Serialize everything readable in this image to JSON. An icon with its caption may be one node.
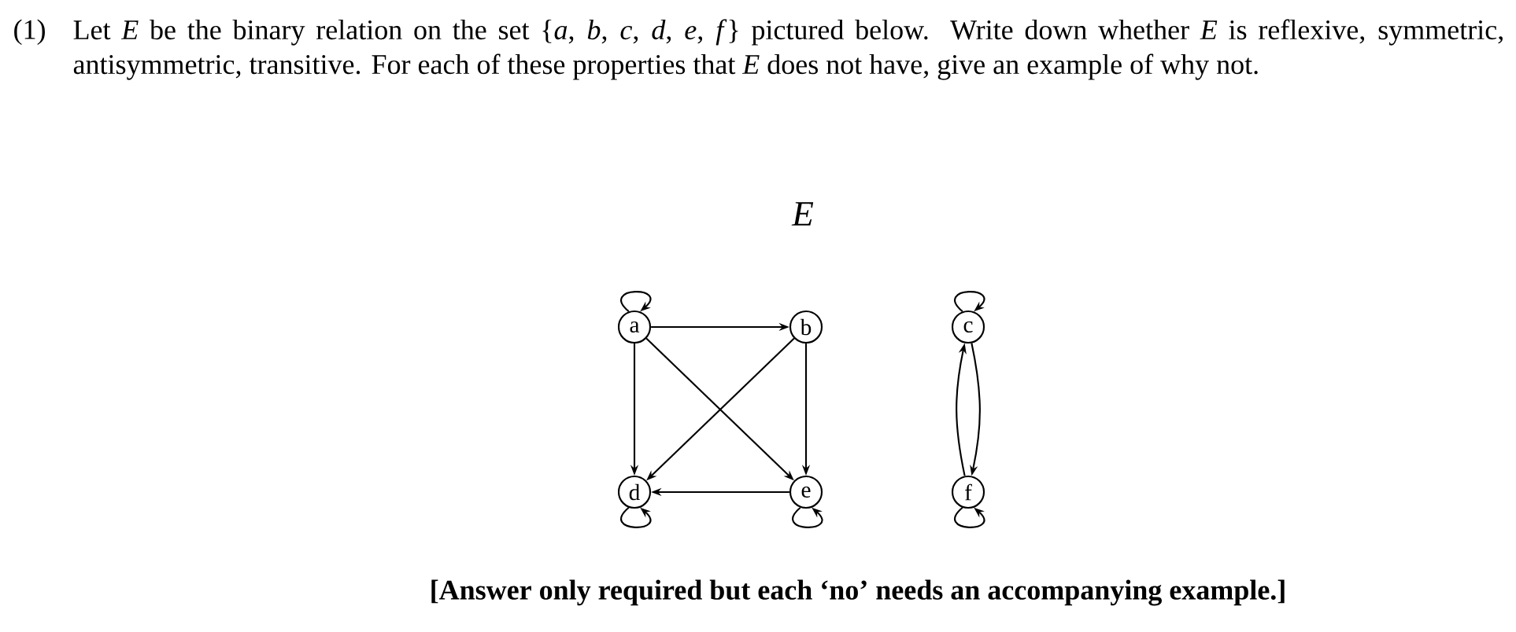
{
  "diagram": {
    "nodes": [
      {
        "text": [
          "a"
        ]
      },
      {
        "text": [
          "b"
        ]
      },
      {
        "text": [
          "c"
        ]
      },
      {
        "text": [
          "d"
        ]
      },
      {
        "text": [
          "e"
        ]
      },
      {
        "text": [
          "f"
        ]
      }
    ],
    "edges": [
      {
        "from": 0,
        "to": 0,
        "arrow": "to"
      },
      {
        "from": 2,
        "to": 2,
        "arrow": "to"
      },
      {
        "from": 3,
        "to": 3,
        "arrow": "to"
      },
      {
        "from": 4,
        "to": 4,
        "arrow": "to"
      },
      {
        "from": 5,
        "to": 5,
        "arrow": "to"
      },
      {
        "from": 0,
        "to": 1,
        "arrow": "to"
      },
      {
        "from": 0,
        "to": 3,
        "arrow": "to"
      },
      {
        "from": 0,
        "to": 4,
        "arrow": "to"
      },
      {
        "from": 1,
        "to": 3,
        "arrow": "to"
      },
      {
        "from": 1,
        "to": 4,
        "arrow": "to"
      },
      {
        "from": 4,
        "to": 3,
        "arrow": "to"
      },
      {
        "from": 2,
        "to": 5,
        "arrow": "to"
      },
      {
        "from": 5,
        "to": 2,
        "arrow": "to"
      }
    ],
    "labels": [
      "(1)",
      "Let *E* be the binary relation on the set {*a*, *b*, *c*, *d*, *e*, *f*} pictured below. Write down whether *E* is reflexive, symmetric, antisymmetric, transitive. For each of these properties that *E* does not have, give an example of why not.",
      "*E*",
      "[Answer only required but each ‘no’ needs an accompanying example.]"
    ]
  }
}
